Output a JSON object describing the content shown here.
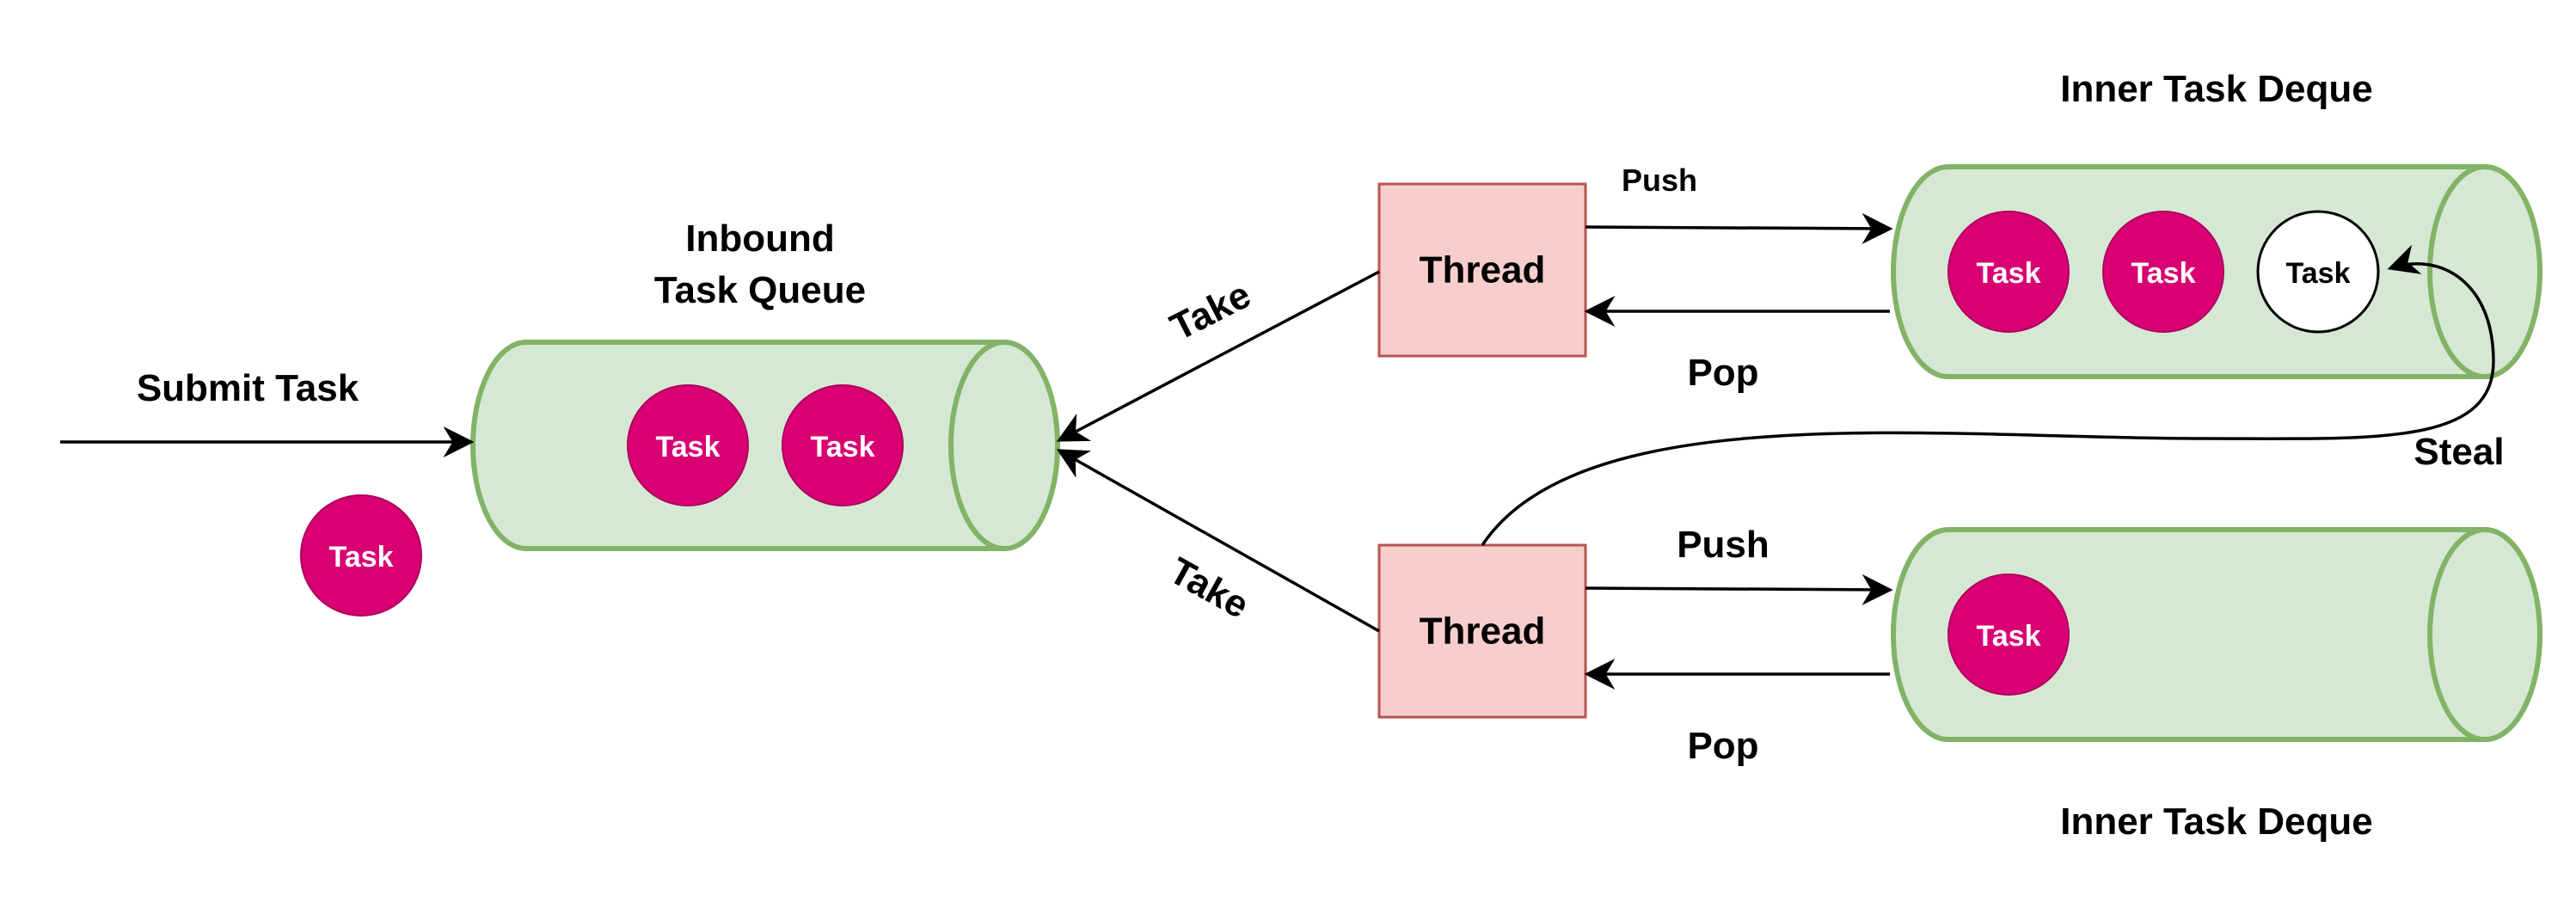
{
  "colors": {
    "queue_fill": "#d5e8d4",
    "queue_stroke": "#82b366",
    "thread_fill": "#f8cecc",
    "thread_stroke": "#b85450",
    "task_fill": "#d80073",
    "task_text": "#ffffff",
    "stolen_task_fill": "#ffffff",
    "stolen_task_text": "#000000",
    "stroke": "#000000"
  },
  "labels": {
    "submit_task": "Submit Task",
    "inbound_queue_line1": "Inbound",
    "inbound_queue_line2": "Task Queue",
    "inner_deque_top": "Inner Task Deque",
    "inner_deque_bottom": "Inner Task Deque",
    "take_top": "Take",
    "take_bottom": "Take",
    "push_top": "Push",
    "push_bottom": "Push",
    "pop_top": "Pop",
    "pop_bottom": "Pop",
    "steal": "Steal"
  },
  "threads": [
    {
      "label": "Thread"
    },
    {
      "label": "Thread"
    }
  ],
  "tasks": {
    "incoming": "Task",
    "inbound_queue": [
      "Task",
      "Task"
    ],
    "deque_top": [
      "Task",
      "Task",
      "Task"
    ],
    "deque_bottom": [
      "Task"
    ]
  }
}
